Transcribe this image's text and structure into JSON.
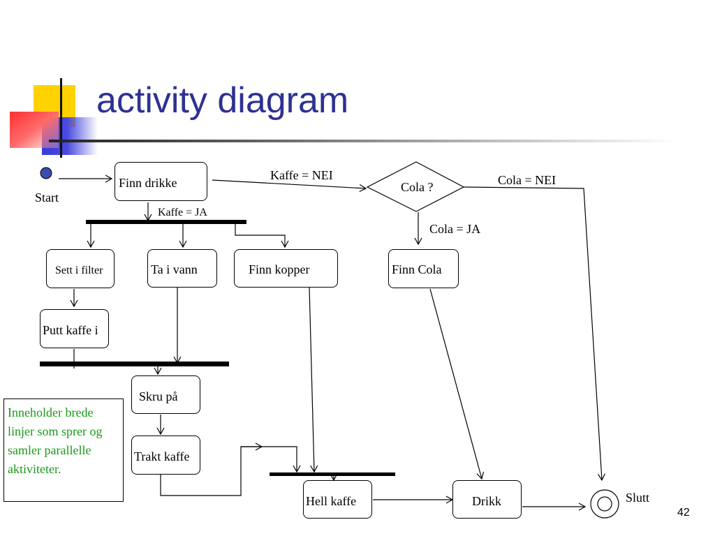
{
  "slide": {
    "title": "activity diagram",
    "page_number": "42"
  },
  "diagram": {
    "start_label": "Start",
    "end_label": "Slutt",
    "activities": {
      "finn_drikke": "Finn drikke",
      "sett_i_filter": "Sett i filter",
      "ta_i_vann": "Ta i vann",
      "finn_kopper": "Finn kopper",
      "finn_cola": "Finn Cola",
      "putt_kaffe_i": "Putt kaffe i",
      "skru_pa": "Skru på",
      "trakt_kaffe": "Trakt kaffe",
      "hell_kaffe": "Hell kaffe",
      "drikk": "Drikk"
    },
    "decision": "Cola ?",
    "guards": {
      "kaffe_nei": "Kaffe = NEI",
      "kaffe_ja": "Kaffe = JA",
      "cola_nei": "Cola = NEI",
      "cola_ja": "Cola = JA"
    },
    "note": "Inneholder brede linjer som sprer og samler parallelle aktiviteter."
  },
  "colors": {
    "title": "#2e3192",
    "note_text": "#1a9a1a",
    "start_node": "#3b4bb0"
  }
}
